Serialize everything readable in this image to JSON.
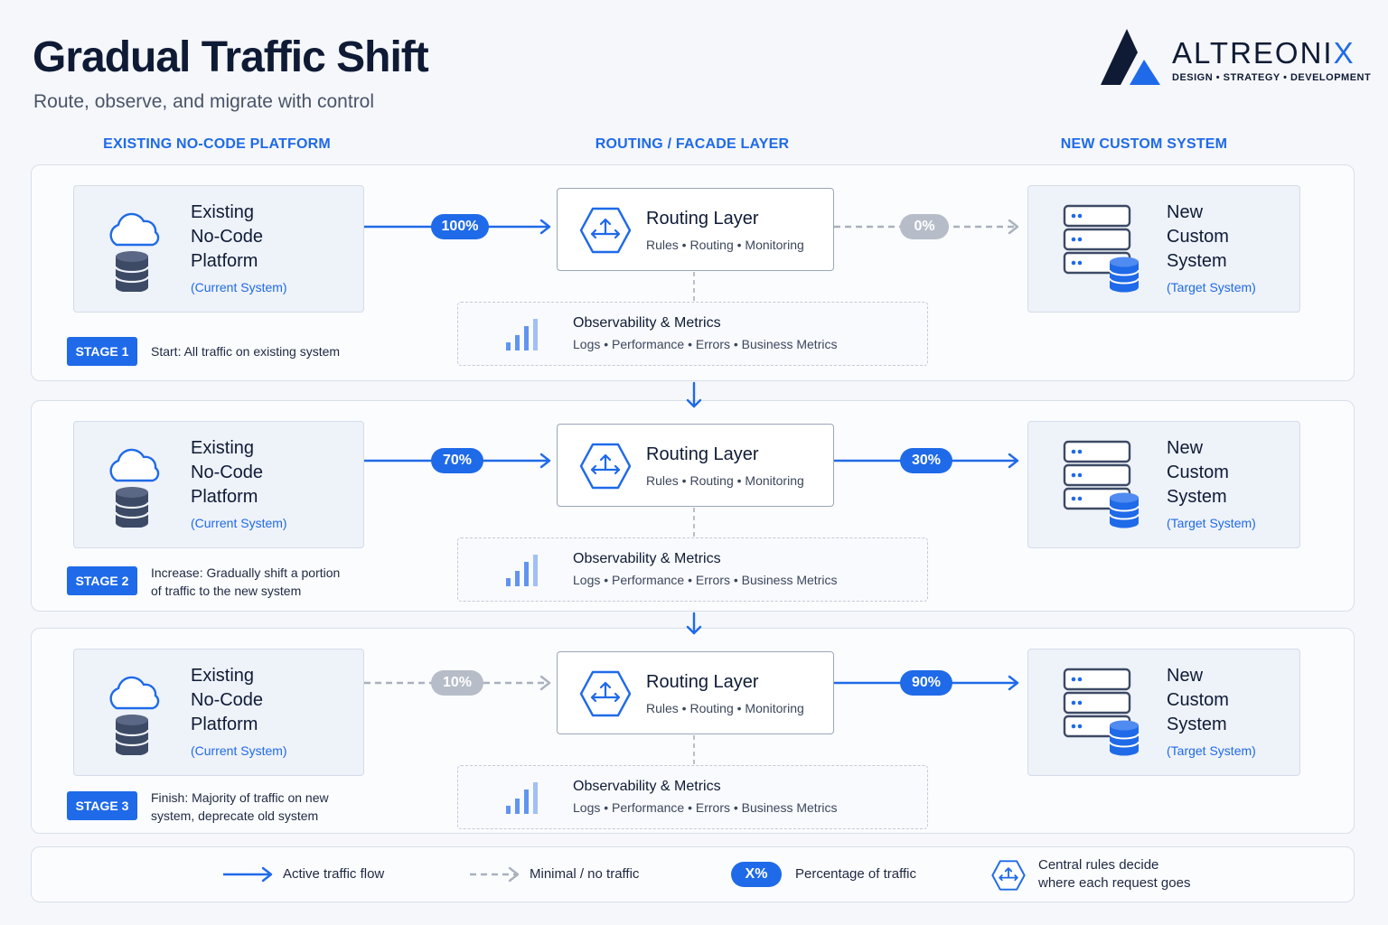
{
  "header": {
    "title": "Gradual Traffic Shift",
    "subtitle": "Route, observe, and migrate with control"
  },
  "brand": {
    "name_main": "ALTREONI",
    "name_accent": "X",
    "tagline": "DESIGN • STRATEGY • DEVELOPMENT",
    "colors": {
      "accent": "#1f6ae8",
      "dark": "#0f1b35"
    }
  },
  "columns": {
    "left": "EXISTING NO-CODE PLATFORM",
    "middle": "ROUTING / FACADE LAYER",
    "right": "NEW CUSTOM SYSTEM"
  },
  "existing_system": {
    "line1": "Existing",
    "line2": "No-Code",
    "line3": "Platform",
    "sub": "(Current System)",
    "icons": [
      "cloud-icon",
      "database-icon"
    ]
  },
  "new_system": {
    "line1": "New",
    "line2": "Custom",
    "line3": "System",
    "sub": "(Target System)",
    "icons": [
      "server-stack-icon",
      "database-icon"
    ]
  },
  "routing": {
    "title": "Routing Layer",
    "sub": "Rules • Routing • Monitoring",
    "icon": "routing-hexagon-icon"
  },
  "observability": {
    "title": "Observability & Metrics",
    "sub": "Logs • Performance • Errors • Business Metrics",
    "icon": "bar-chart-icon"
  },
  "stages": [
    {
      "badge": "STAGE 1",
      "desc1": "Start: All traffic on existing system",
      "desc2": "",
      "left_pct": "100%",
      "right_pct": "0%",
      "left_active": true,
      "right_active": false
    },
    {
      "badge": "STAGE 2",
      "desc1": "Increase: Gradually shift a portion",
      "desc2": "of traffic to the new system",
      "left_pct": "70%",
      "right_pct": "30%",
      "left_active": true,
      "right_active": true
    },
    {
      "badge": "STAGE 3",
      "desc1": "Finish: Majority of traffic on new",
      "desc2": "system, deprecate old system",
      "left_pct": "10%",
      "right_pct": "90%",
      "left_active": false,
      "right_active": true
    }
  ],
  "legend": {
    "active": "Active traffic flow",
    "minimal": "Minimal / no traffic",
    "pill": "X%",
    "pill_desc": "Percentage of traffic",
    "rules1": "Central rules decide",
    "rules2": "where each request goes"
  }
}
